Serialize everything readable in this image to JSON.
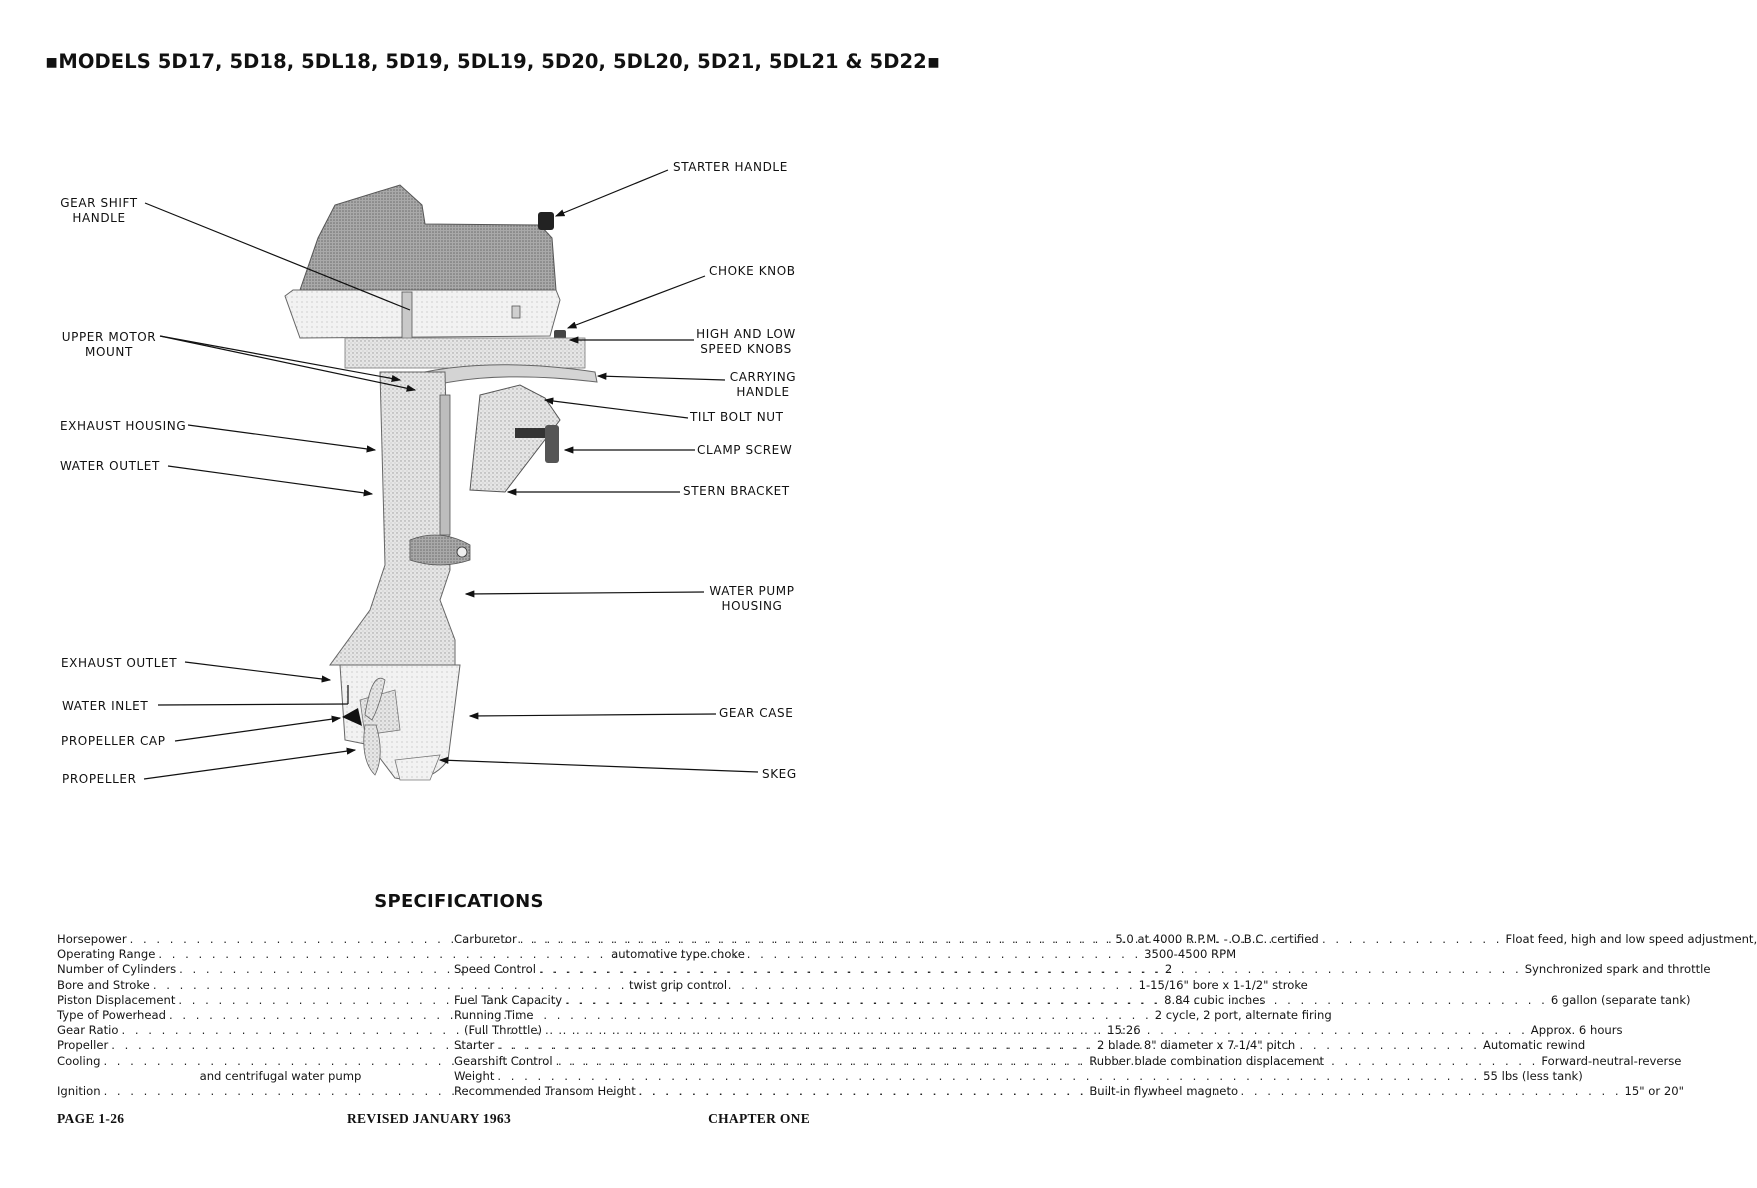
{
  "title": "▪MODELS 5D17, 5D18, 5DL18, 5D19, 5DL19, 5D20, 5DL20, 5D21, 5DL21 & 5D22▪",
  "diagram": {
    "callouts": {
      "starter_handle": "STARTER HANDLE",
      "gear_shift_line1": "GEAR SHIFT",
      "gear_shift_line2": "HANDLE",
      "choke_knob": "CHOKE KNOB",
      "upper_mount_line1": "UPPER MOTOR",
      "upper_mount_line2": "MOUNT",
      "speed_knobs_line1": "HIGH AND LOW",
      "speed_knobs_line2": "SPEED KNOBS",
      "carrying_line1": "CARRYING",
      "carrying_line2": "HANDLE",
      "tilt_bolt_nut": "TILT BOLT NUT",
      "exhaust_housing": "EXHAUST HOUSING",
      "clamp_screw": "CLAMP SCREW",
      "water_outlet": "WATER OUTLET",
      "stern_bracket": "STERN BRACKET",
      "water_pump_line1": "WATER PUMP",
      "water_pump_line2": "HOUSING",
      "exhaust_outlet": "EXHAUST OUTLET",
      "water_inlet": "WATER INLET",
      "gear_case": "GEAR CASE",
      "propeller_cap": "PROPELLER CAP",
      "skeg": "SKEG",
      "propeller": "PROPELLER"
    }
  },
  "specifications": {
    "heading": "SPECIFICATIONS",
    "left": [
      {
        "label": "Horsepower",
        "value": "5.0 at 4000 R.P.M. - O.B.C. certified"
      },
      {
        "label": "Operating Range",
        "value": "3500-4500 RPM"
      },
      {
        "label": "Number of Cylinders",
        "value": "2"
      },
      {
        "label": "Bore and Stroke",
        "value": "1-15/16\" bore x 1-1/2\" stroke"
      },
      {
        "label": "Piston Displacement",
        "value": "8.84 cubic inches"
      },
      {
        "label": "Type of Powerhead",
        "value": "2 cycle, 2 port, alternate firing"
      },
      {
        "label": "Gear Ratio",
        "value": "15:26"
      },
      {
        "label": "Propeller",
        "value": "2 blade 8\" diameter x 7-1/4\" pitch"
      },
      {
        "label": "Cooling",
        "value": "Rubber blade combination displacement"
      },
      {
        "label": "",
        "value": "and centrifugal water pump"
      },
      {
        "label": "Ignition",
        "value": "Built-in flywheel magneto"
      }
    ],
    "right": [
      {
        "label": "Carburetor",
        "value": "Float feed, high and low speed adjustment,"
      },
      {
        "label": "",
        "value": "automotive type choke"
      },
      {
        "label": "Speed Control",
        "value": "Synchronized spark and throttle"
      },
      {
        "label": "",
        "value": "twist grip control"
      },
      {
        "label": "Fuel Tank Capacity",
        "value": "6 gallon (separate tank)"
      },
      {
        "label": "Running Time",
        "value": ""
      },
      {
        "label": "(Full Throttle)",
        "value": "Approx. 6 hours"
      },
      {
        "label": "Starter",
        "value": "Automatic rewind"
      },
      {
        "label": "Gearshift Control",
        "value": "Forward-neutral-reverse"
      },
      {
        "label": "Weight",
        "value": "55 lbs (less tank)"
      },
      {
        "label": "Recommended Transom Height",
        "value": "15\" or 20\""
      }
    ]
  },
  "footer": {
    "page": "PAGE 1-26",
    "revised": "REVISED JANUARY 1963",
    "chapter": "CHAPTER ONE"
  }
}
